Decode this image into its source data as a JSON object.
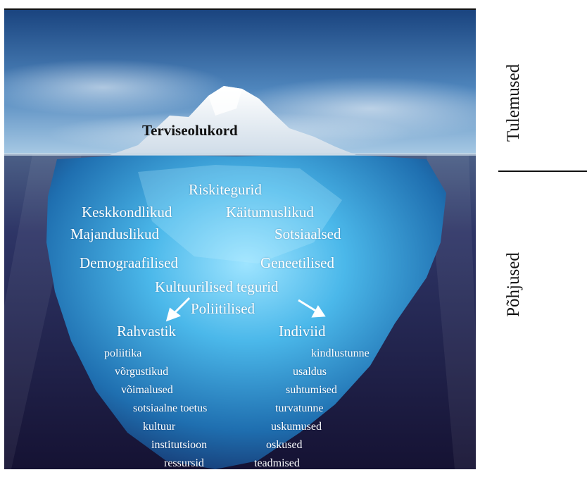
{
  "iceberg": {
    "tip_label": "Terviseolukord",
    "underwater_title": "Riskitegurid",
    "factors": {
      "environmental": "Keskkondlikud",
      "behavioral": "Käitumuslikud",
      "economic": "Majanduslikud",
      "social": "Sotsiaalsed",
      "demographic": "Demograafilised",
      "genetic": "Geneetilised",
      "cultural": "Kultuurilised tegurid",
      "political": "Poliitilised"
    },
    "population": {
      "label": "Rahvastik",
      "items": [
        "poliitika",
        "võrgustikud",
        "võimalused",
        "sotsiaalne toetus",
        "kultuur",
        "institutsioon",
        "ressursid"
      ]
    },
    "individual": {
      "label": "Indiviid",
      "items": [
        "kindlustunne",
        "usaldus",
        "suhtumised",
        "turvatunne",
        "uskumused",
        "oskused",
        "teadmised"
      ]
    }
  },
  "side_labels": {
    "outcomes": "Tulemused",
    "causes": "Põhjused"
  },
  "colors": {
    "sky_top": "#1d4f8e",
    "sky_bottom": "#9dc3e2",
    "water_deep": "#1a1838",
    "ice_underwater": "#47b5e8",
    "ice_top": "#f4f8fb"
  }
}
